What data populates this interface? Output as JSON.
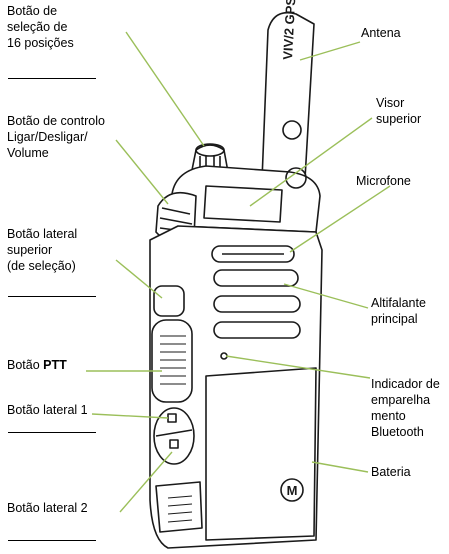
{
  "labels_left": {
    "knob16": [
      "Botão de",
      "seleção de",
      "16 posições"
    ],
    "power": [
      "Botão de controlo",
      "Ligar/Desligar/",
      "Volume"
    ],
    "top_side": [
      "Botão lateral",
      "superior",
      "(de seleção)"
    ],
    "ptt_prefix": "Botão ",
    "ptt_bold": "PTT",
    "side1": "Botão lateral 1",
    "side2": "Botão lateral 2"
  },
  "labels_right": {
    "antenna": "Antena",
    "top_display": [
      "Visor",
      "superior"
    ],
    "microphone": "Microfone",
    "speaker": [
      "Altifalante",
      "principal"
    ],
    "bt_indicator": [
      "Indicador de",
      "emparelha",
      "mento",
      "Bluetooth"
    ],
    "battery": "Bateria"
  },
  "device_text": {
    "antenna_print": "VIV/2 GPS",
    "logo": "M"
  },
  "colors": {
    "leader": "#9bbf5a",
    "outline": "#1a1a1a",
    "text": "#000000"
  }
}
